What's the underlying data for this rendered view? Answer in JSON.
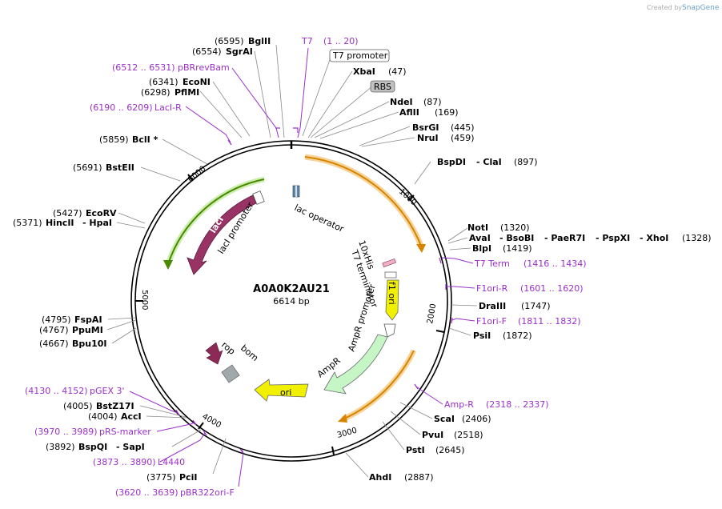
{
  "watermark": "Created by",
  "watermark_brand": "SnapGene",
  "plasmid": {
    "name": "A0A0K2AU21",
    "size": "6614 bp"
  },
  "ticks": [
    "1000",
    "2000",
    "3000",
    "4000",
    "5000",
    "6000"
  ],
  "colors": {
    "primer": "#9b30c8",
    "ampR": "#c6f5c6",
    "ori": "#f0f000",
    "lacI": "#993366",
    "orange_arc": "#e08a00",
    "green_arc": "#4a8a00",
    "rop": "#8a2a55"
  },
  "features": {
    "lac_operator": "lac operator",
    "lacI": "lacI",
    "lacI_promoter": "lacI promoter",
    "his_tag": "10xHis",
    "t7_terminator": "T7 terminator",
    "f1_ori": "f1 ori",
    "ampR_promoter": "AmpR promoter",
    "ampR": "AmpR",
    "ori": "ori",
    "rop": "rop",
    "bom": "bom",
    "t7_promoter": "T7 promoter",
    "rbs": "RBS"
  },
  "labels": {
    "bglII_pos": "(6595)",
    "bglII": "BglII",
    "t7": "T7",
    "t7_range": "(1 .. 20)",
    "sgrAI_pos": "(6554)",
    "sgrAI": "SgrAI",
    "xbaI": "XbaI",
    "xbaI_pos": "(47)",
    "pbr_range": "(6512 .. 6531)",
    "pbr": "pBRrevBam",
    "ecoNI_pos": "(6341)",
    "ecoNI": "EcoNI",
    "pflMI_pos": "(6298)",
    "pflMI": "PflMI",
    "ndeI": "NdeI",
    "ndeI_pos": "(87)",
    "aflII": "AflII",
    "aflII_pos": "(169)",
    "laciR_range": "(6190 .. 6209)",
    "laciR": "LacI-R",
    "bsrGI": "BsrGI",
    "bsrGI_pos": "(445)",
    "nruI": "NruI",
    "nruI_pos": "(459)",
    "bclI_pos": "(5859)",
    "bclI": "BclI *",
    "bspDI": "BspDI",
    "claI": "- ClaI",
    "bspDI_pos": "(897)",
    "bstEII_pos": "(5691)",
    "bstEII": "BstEII",
    "ecoRV_pos": "(5427)",
    "ecoRV": "EcoRV",
    "hincII_pos": "(5371)",
    "hincII": "HincII",
    "hpaI": "- HpaI",
    "notI": "NotI",
    "notI_pos": "(1320)",
    "avaI": "AvaI",
    "bsoBI": "- BsoBI",
    "paeR7I": "- PaeR7I",
    "pspXI": "- PspXI",
    "xhoI": "- XhoI",
    "avaI_pos": "(1328)",
    "blpI": "BlpI",
    "blpI_pos": "(1419)",
    "t7term": "T7 Term",
    "t7term_range": "(1416 .. 1434)",
    "f1oriR": "F1ori-R",
    "f1oriR_range": "(1601 .. 1620)",
    "draIII": "DraIII",
    "draIII_pos": "(1747)",
    "f1oriF": "F1ori-F",
    "f1oriF_range": "(1811 .. 1832)",
    "psiI": "PsiI",
    "psiI_pos": "(1872)",
    "fspAI_pos": "(4795)",
    "fspAI": "FspAI",
    "ppuMI_pos": "(4767)",
    "ppuMI": "PpuMI",
    "bpu10I_pos": "(4667)",
    "bpu10I": "Bpu10I",
    "pgex_range": "(4130 .. 4152)",
    "pgex": "pGEX 3'",
    "bstZ17I_pos": "(4005)",
    "bstZ17I": "BstZ17I",
    "accI_pos": "(4004)",
    "accI": "AccI",
    "prs_range": "(3970 .. 3989)",
    "prs": "pRS-marker",
    "bspQI_pos": "(3892)",
    "bspQI": "BspQI",
    "sapI": "- SapI",
    "l4440_range": "(3873 .. 3890)",
    "l4440": "L4440",
    "pciI_pos": "(3775)",
    "pciI": "PciI",
    "pbr322_range": "(3620 .. 3639)",
    "pbr322": "pBR322ori-F",
    "ampRprimer": "Amp-R",
    "ampRprimer_range": "(2318 .. 2337)",
    "scaI": "ScaI",
    "scaI_pos": "(2406)",
    "pvuI": "PvuI",
    "pvuI_pos": "(2518)",
    "pstI": "PstI",
    "pstI_pos": "(2645)",
    "ahdI": "AhdI",
    "ahdI_pos": "(2887)"
  }
}
